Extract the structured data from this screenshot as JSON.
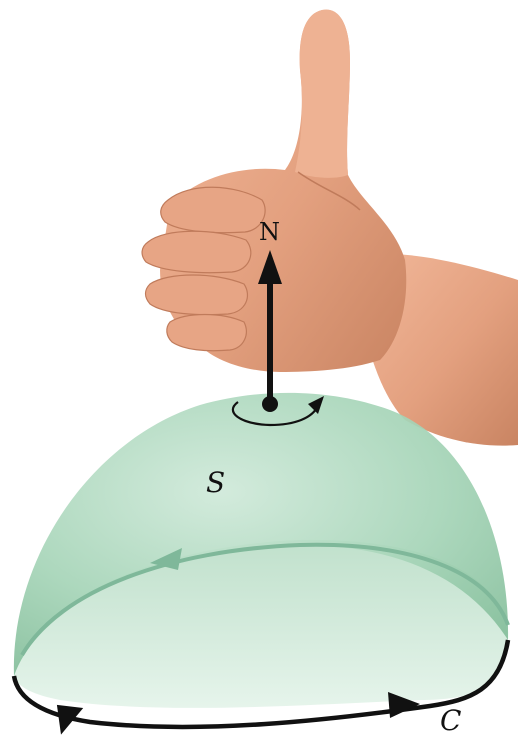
{
  "diagram": {
    "labels": {
      "normal": "N",
      "surface": "S",
      "curve": "C"
    },
    "colors": {
      "surface_fill": "#9ccfb0",
      "surface_edge": "#5e9c79",
      "curve": "#111111",
      "skin": "#e8a888",
      "arrow": "#111111"
    }
  }
}
